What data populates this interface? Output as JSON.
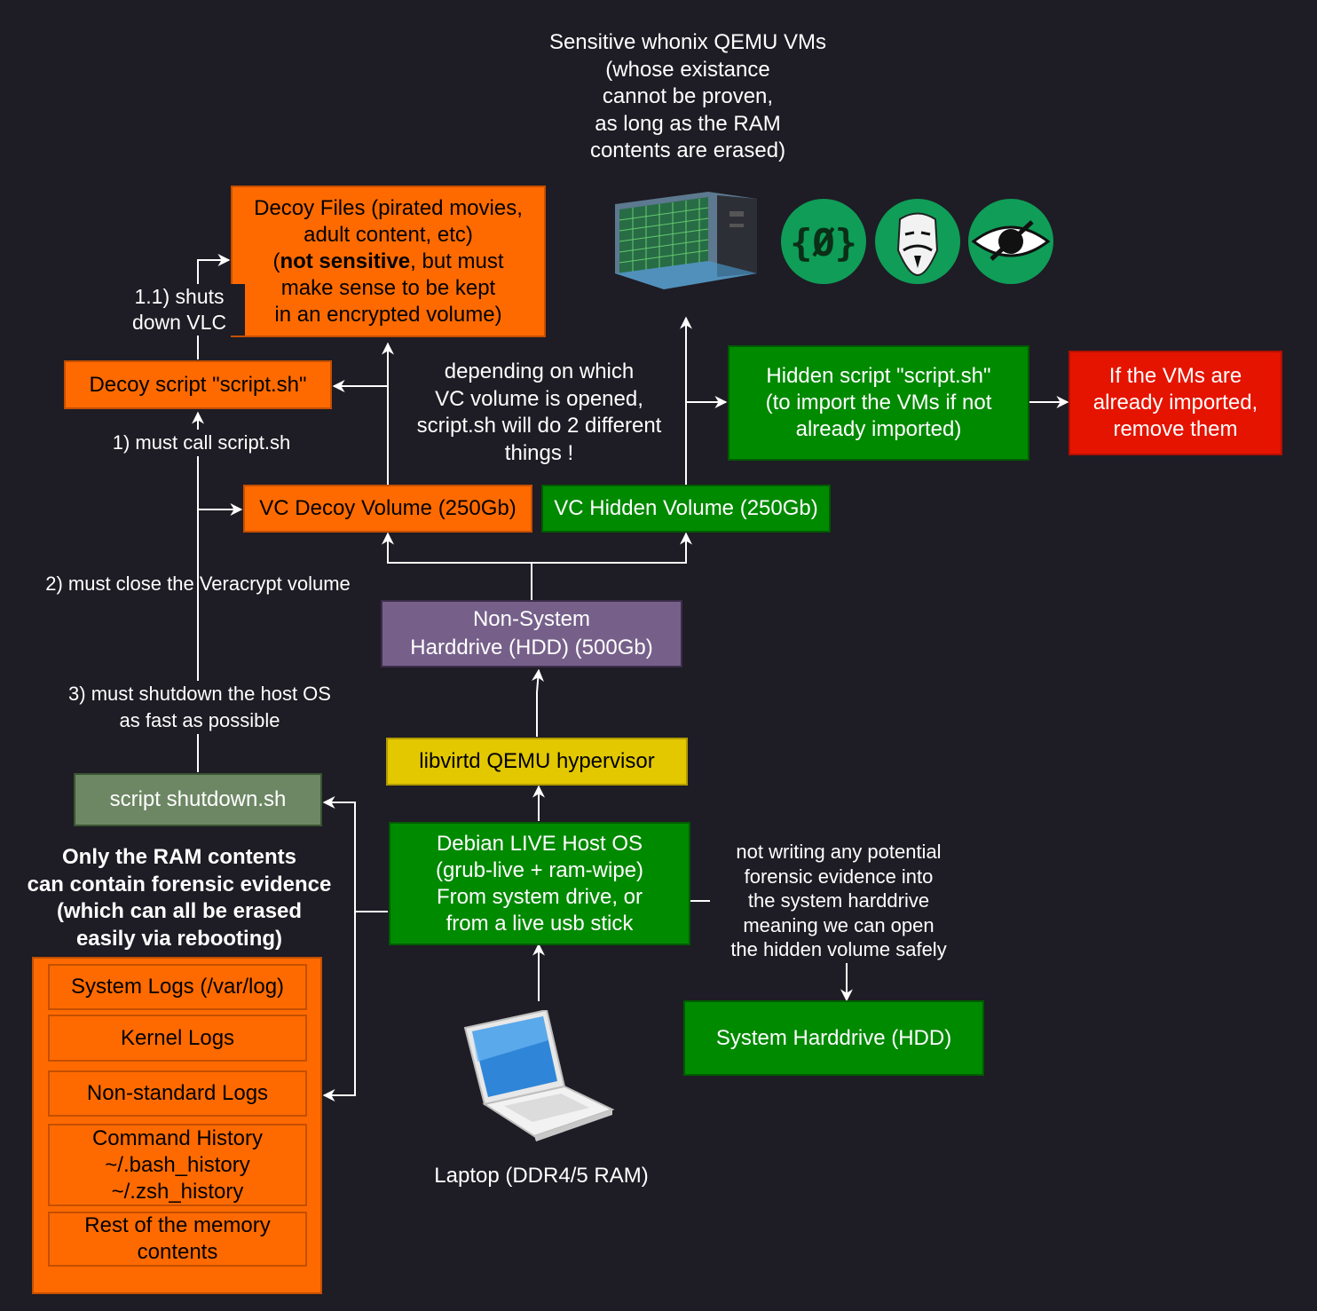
{
  "title_vms": "Sensitive whonix QEMU VMs\n(whose existance\ncannot be proven,\nas long as the RAM\ncontents are erased)",
  "decoy_files": {
    "line1": "Decoy Files (pirated movies,\nadult content, etc)",
    "open_paren": "(",
    "bold": "not sensitive",
    "rest": ", but must\nmake sense to be kept\nin an encrypted volume)"
  },
  "label_shuts_vlc": "1.1) shuts\ndown VLC",
  "decoy_script": "Decoy script \"script.sh\"",
  "label_depending": "depending on which\nVC volume is opened,\nscript.sh will do 2 different\nthings !",
  "hidden_script": "Hidden script \"script.sh\"\n(to import the VMs if not\nalready imported)",
  "remove_vms": "If the VMs are\nalready imported,\nremove them",
  "label_must_call": "1) must call script.sh",
  "vc_decoy": "VC Decoy Volume (250Gb)",
  "vc_hidden": "VC Hidden Volume (250Gb)",
  "label_close_vc": "2) must close the Veracrypt volume",
  "non_system_hdd": "Non-System\nHarddrive (HDD) (500Gb)",
  "label_shutdown_host": "3) must shutdown the host OS\nas fast as possible",
  "hypervisor": "libvirtd QEMU hypervisor",
  "shutdown_script": "script shutdown.sh",
  "debian_host": "Debian LIVE Host OS\n(grub-live + ram-wipe)\nFrom system drive, or\nfrom a live usb stick",
  "label_not_writing": "not writing any potential\nforensic evidence into\nthe system harddrive\nmeaning we can open\nthe hidden volume safely",
  "ram_heading": "Only the RAM contents\ncan contain forensic evidence\n(which can all be erased\neasily via rebooting)",
  "ram_items": [
    "System Logs (/var/log)",
    "Kernel Logs",
    "Non-standard Logs",
    "Command History\n~/.bash_history\n~/.zsh_history",
    "Rest of the memory\ncontents"
  ],
  "system_hdd": "System Harddrive (HDD)",
  "laptop_label": "Laptop (DDR4/5 RAM)",
  "icons": [
    "vm-monitor-icon",
    "whonix-icon",
    "anonymous-mask-icon",
    "hidden-eye-icon",
    "laptop-icon"
  ],
  "colors": {
    "background": "#1e1c24",
    "orange": "#ff6a00",
    "green": "#008a00",
    "red": "#e51400",
    "purple": "#76608a",
    "yellow": "#e3c800",
    "sage": "#6d8764",
    "icon_green": "#0f9d58"
  }
}
